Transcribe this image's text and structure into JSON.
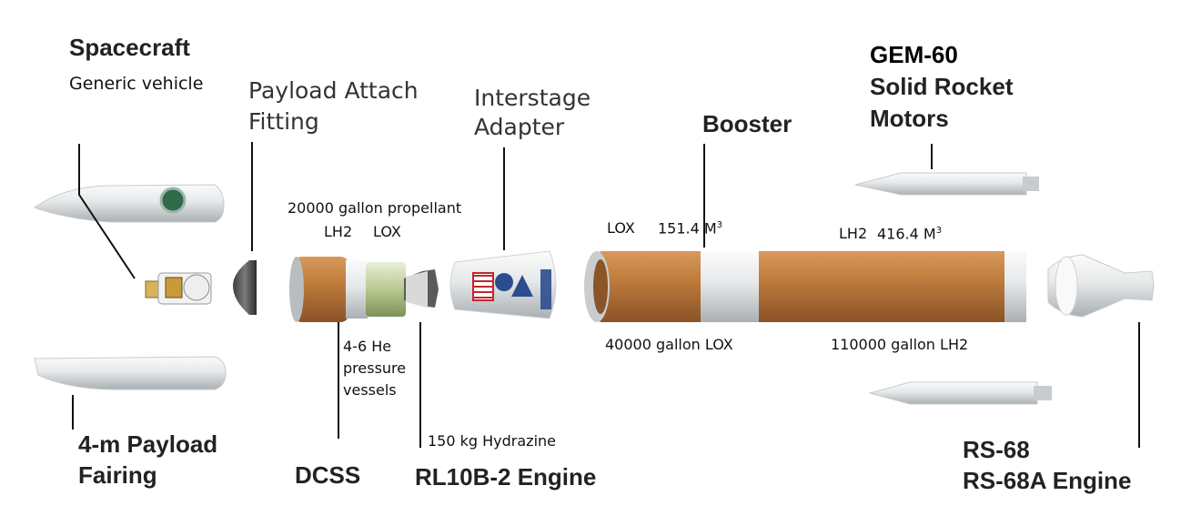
{
  "labels": {
    "spacecraft_title": "Spacecraft",
    "spacecraft_sub": "Generic vehicle",
    "paf_line1": "Payload Attach",
    "paf_line2": "Fitting",
    "interstage_line1": "Interstage",
    "interstage_line2": "Adapter",
    "booster": "Booster",
    "gem_line1": "GEM-60",
    "gem_line2": "Solid Rocket",
    "gem_line3": "Motors",
    "fairing_line1": "4-m Payload",
    "fairing_line2": "Fairing",
    "dcss": "DCSS",
    "rl10": "RL10B-2 Engine",
    "rs68_line1": "RS-68",
    "rs68_line2": "RS-68A Engine"
  },
  "annotations": {
    "dcss_propellant": "20000 gallon propellant",
    "dcss_lh2": "LH2",
    "dcss_lox": "LOX",
    "he_line1": "4-6 He",
    "he_line2": "pressure",
    "he_line3": "vessels",
    "hydrazine": "150 kg Hydrazine",
    "booster_lox": "LOX",
    "booster_lox_volume": "151.4 M",
    "booster_lox_exp": "3",
    "booster_lh2": "LH2",
    "booster_lh2_volume": "416.4 M",
    "booster_lh2_exp": "3",
    "booster_lox_gallons": "40000 gallon LOX",
    "booster_lh2_gallons": "110000 gallon LH2"
  },
  "colors": {
    "tank_orange": "#c07a3f",
    "tank_orange_dark": "#8f5528",
    "metal_light": "#e7e9ea",
    "metal_mid": "#b9bec1",
    "metal_dark": "#7d8488",
    "leader_line": "#111111",
    "ula_blue": "#2a4d8f",
    "flag_red": "#c0282d"
  }
}
